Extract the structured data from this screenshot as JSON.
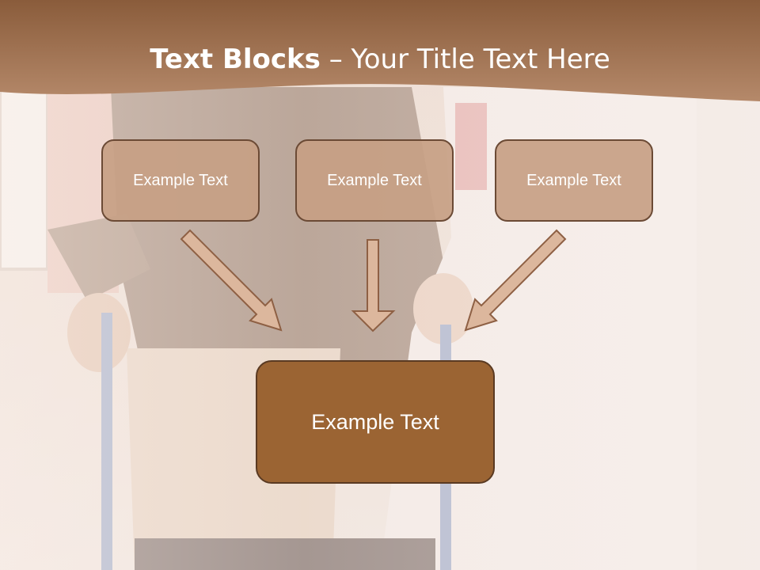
{
  "slide": {
    "title_bold": "Text Blocks",
    "title_rest": " – Your Title Text Here"
  },
  "blocks": {
    "top": [
      "Example Text",
      "Example Text",
      "Example Text"
    ],
    "bottom": "Example Text"
  },
  "colors": {
    "header": "#9a6a45",
    "box_fill": "#c7a084",
    "box_border": "#6b4a35",
    "main_box_fill": "#9b6433",
    "arrow_fill": "#d9b49a",
    "arrow_stroke": "#8a5a3c"
  }
}
